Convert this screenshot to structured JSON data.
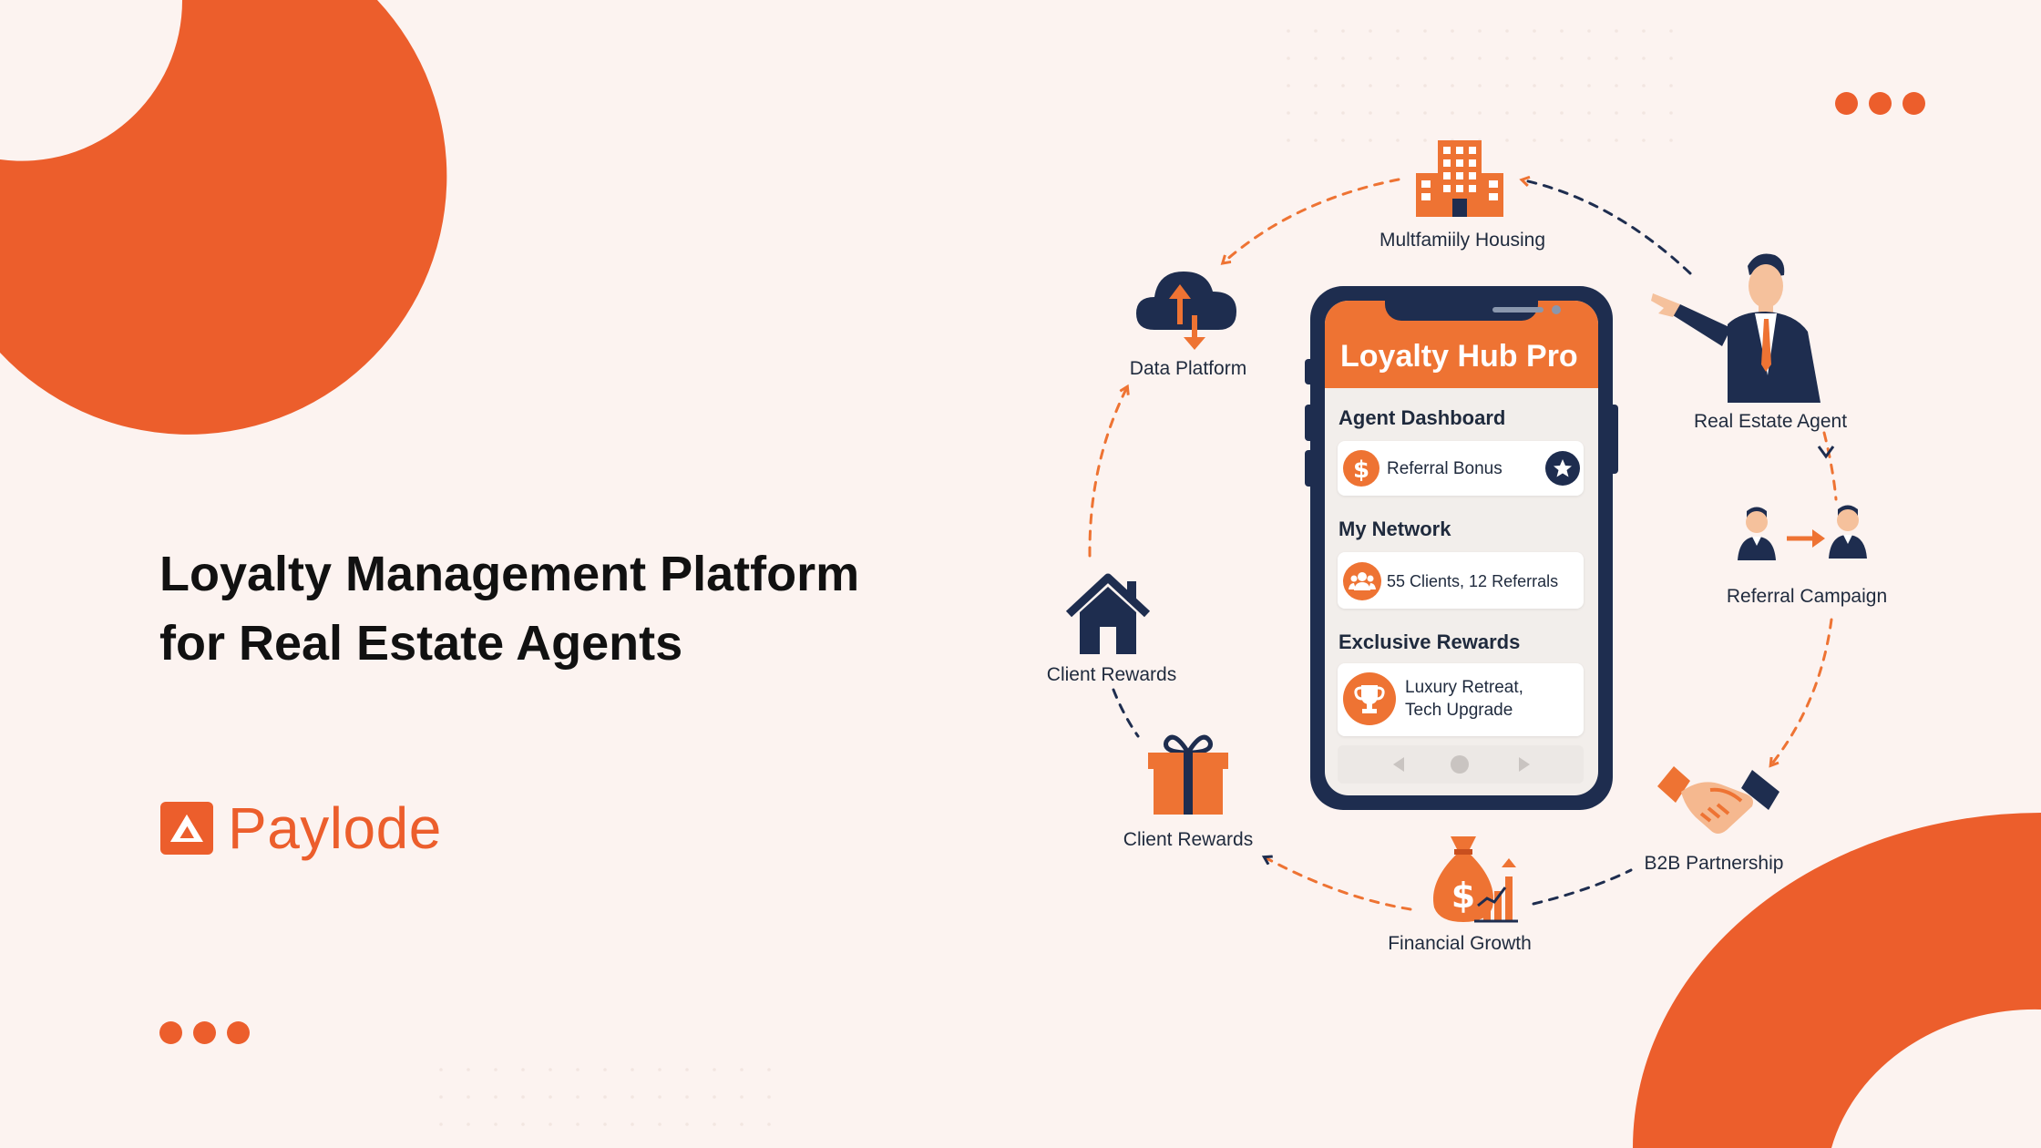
{
  "headline": {
    "line1": "Loyalty Management Platform",
    "line2": "for Real Estate Agents"
  },
  "brand": {
    "name": "Paylode",
    "logo_icon": "paylode-logo-icon",
    "color": "#ec5e2c"
  },
  "colors": {
    "accent": "#ec5e2c",
    "phone_orange": "#ee7333",
    "navy": "#1e2d4f",
    "background": "#fcf3f0"
  },
  "phone": {
    "app_title": "Loyalty Hub Pro",
    "sections": {
      "agent_dashboard": {
        "title": "Agent Dashboard",
        "card_text": "Referral Bonus",
        "icons": [
          "dollar-icon",
          "star-icon"
        ]
      },
      "my_network": {
        "title": "My Network",
        "card_text": "55 Clients, 12 Referrals",
        "icon": "people-icon"
      },
      "exclusive_rewards": {
        "title": "Exclusive Rewards",
        "card_line1": "Luxury Retreat,",
        "card_line2": "Tech Upgrade",
        "icon": "trophy-icon"
      }
    },
    "nav_icons": [
      "back-arrow-icon",
      "home-dot-icon",
      "forward-arrow-icon"
    ]
  },
  "cycle": {
    "multifamily": {
      "label": "Multfamiily Housing",
      "icon": "building-icon"
    },
    "agent": {
      "label": "Real Estate Agent",
      "icon": "businessman-icon"
    },
    "referral": {
      "label": "Referral Campaign",
      "icon": "referral-people-icon"
    },
    "b2b": {
      "label": "B2B Partnership",
      "icon": "handshake-icon"
    },
    "financial": {
      "label": "Financial Growth",
      "icon": "money-bag-icon"
    },
    "client_rewards_gift": {
      "label": "Client Rewards",
      "icon": "gift-icon"
    },
    "client_rewards_house": {
      "label": "Client Rewards",
      "icon": "house-icon"
    },
    "data_platform": {
      "label": "Data Platform",
      "icon": "cloud-sync-icon"
    }
  }
}
